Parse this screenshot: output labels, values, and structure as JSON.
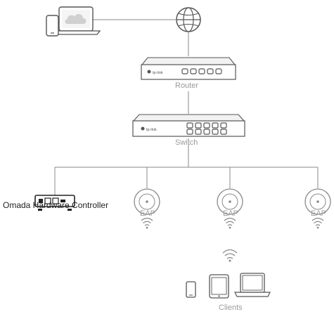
{
  "nodes": {
    "router": {
      "label": "Router"
    },
    "switch": {
      "label": "Switch"
    },
    "controller": {
      "label": "Omada Hardware Controller"
    },
    "eaps": [
      {
        "label": "EAP"
      },
      {
        "label": "EAP"
      },
      {
        "label": "EAP"
      }
    ],
    "clients": {
      "label": "Clients"
    }
  },
  "brand": {
    "logo_text": "tp-link"
  },
  "colors": {
    "line": "#8a8a8a",
    "device_outline": "#555555",
    "label_gray": "#9a9a9a",
    "cloud_gray": "#d0d0d0"
  }
}
